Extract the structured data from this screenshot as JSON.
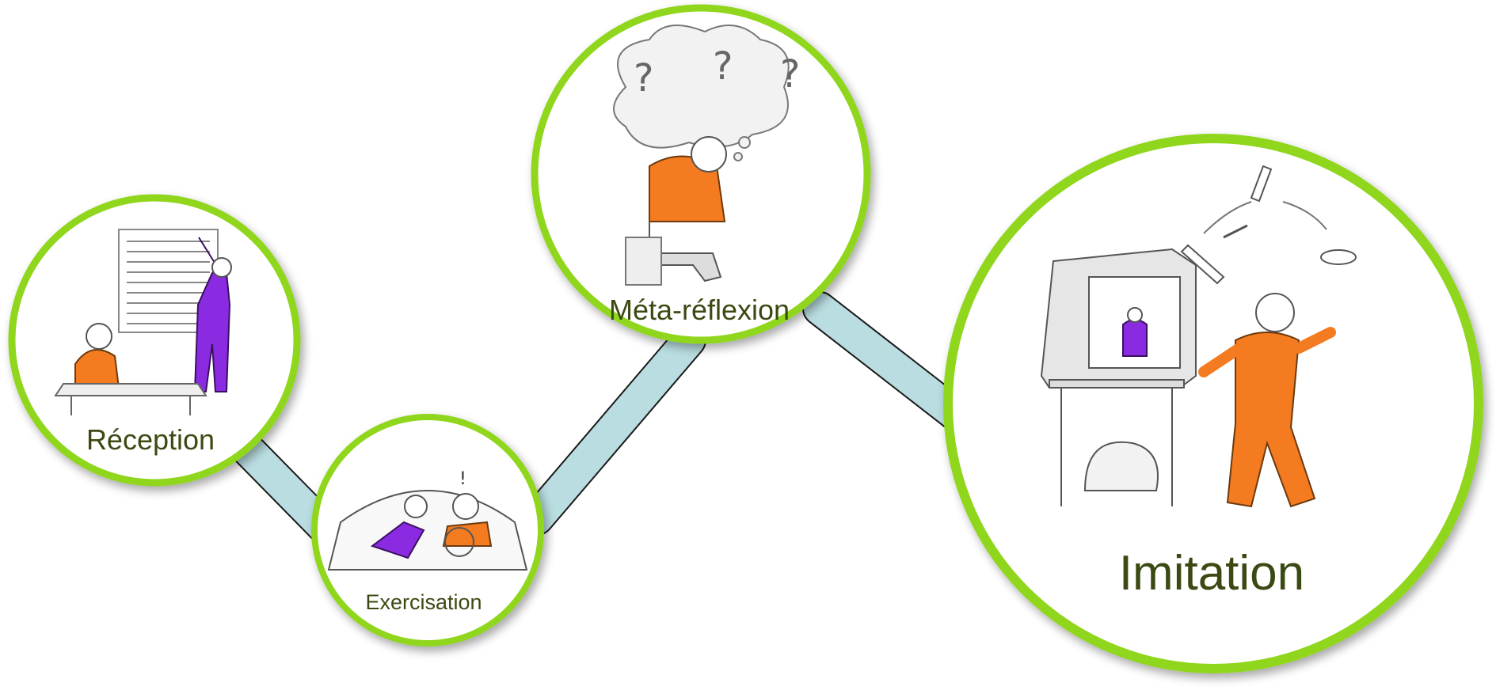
{
  "nodes": [
    {
      "id": "reception",
      "label": "Réception",
      "illustration": "teacher-pointing-at-text-board-student-at-desk"
    },
    {
      "id": "exercisation",
      "label": "Exercisation",
      "illustration": "driving-lesson-car-with-learner-and-instructor"
    },
    {
      "id": "meta-reflexion",
      "label": "Méta-réflexion",
      "illustration": "thinker-seated-with-thought-bubble-of-question-marks"
    },
    {
      "id": "imitation",
      "label": "Imitation",
      "illustration": "juggler-imitating-person-on-television"
    }
  ],
  "colors": {
    "ring": "#8fd61f",
    "ring_shadow": "#c9c9c9",
    "connector_fill": "#b9dde0",
    "connector_stroke": "#1a1a1a",
    "label_text": "#3b4a12",
    "orange_figure": "#f47b20",
    "purple_figure": "#8a2be2",
    "sketch_line": "#555555"
  }
}
